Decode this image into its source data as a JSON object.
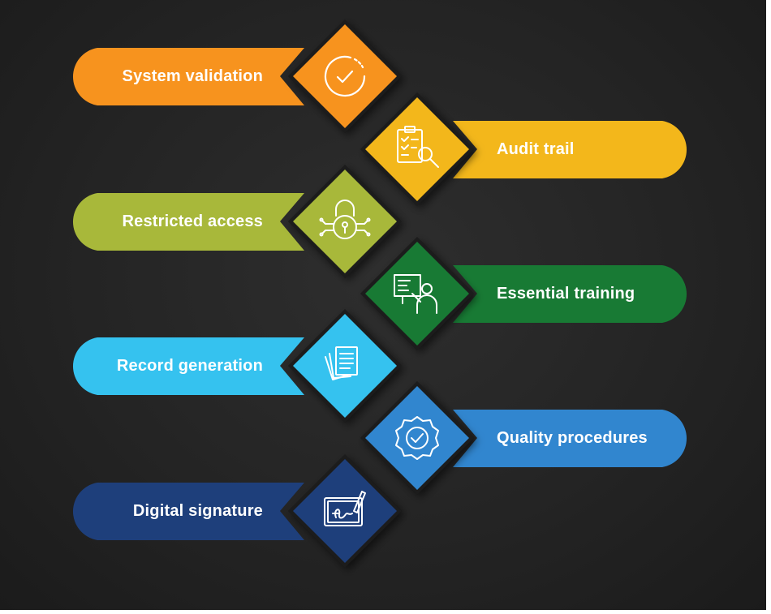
{
  "items": [
    {
      "label": "System validation",
      "icon": "checkmark-circle-icon",
      "color": "#f7931e"
    },
    {
      "label": "Audit trail",
      "icon": "clipboard-search-icon",
      "color": "#f3b71b"
    },
    {
      "label": "Restricted access",
      "icon": "padlock-circuit-icon",
      "color": "#a8b83a"
    },
    {
      "label": "Essential training",
      "icon": "trainer-whiteboard-icon",
      "color": "#187a34"
    },
    {
      "label": "Record generation",
      "icon": "documents-stack-icon",
      "color": "#35c2ef"
    },
    {
      "label": "Quality procedures",
      "icon": "quality-badge-icon",
      "color": "#3186cf"
    },
    {
      "label": "Digital signature",
      "icon": "signature-pen-icon",
      "color": "#1e3f7b"
    }
  ]
}
